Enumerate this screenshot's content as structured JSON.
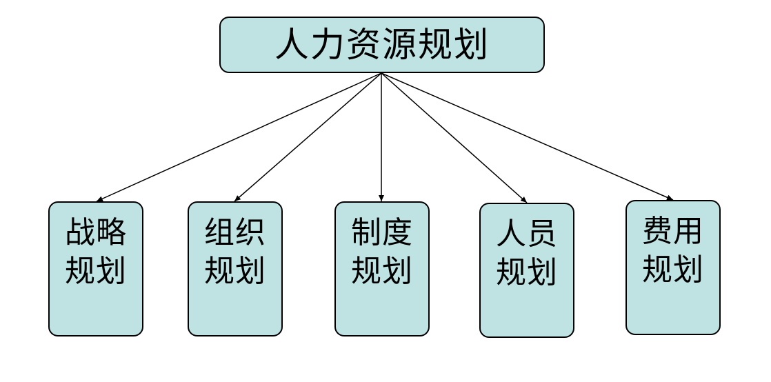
{
  "diagram": {
    "root": {
      "label": "人力资源规划"
    },
    "children": [
      {
        "line1": "战略",
        "line2": "规划"
      },
      {
        "line1": "组织",
        "line2": "规划"
      },
      {
        "line1": "制度",
        "line2": "规划"
      },
      {
        "line1": "人员",
        "line2": "规划"
      },
      {
        "line1": "费用",
        "line2": "规划"
      }
    ]
  },
  "colors": {
    "box_fill": "#bfe3e3",
    "box_border": "#000000",
    "connector": "#000000",
    "background": "#ffffff"
  }
}
